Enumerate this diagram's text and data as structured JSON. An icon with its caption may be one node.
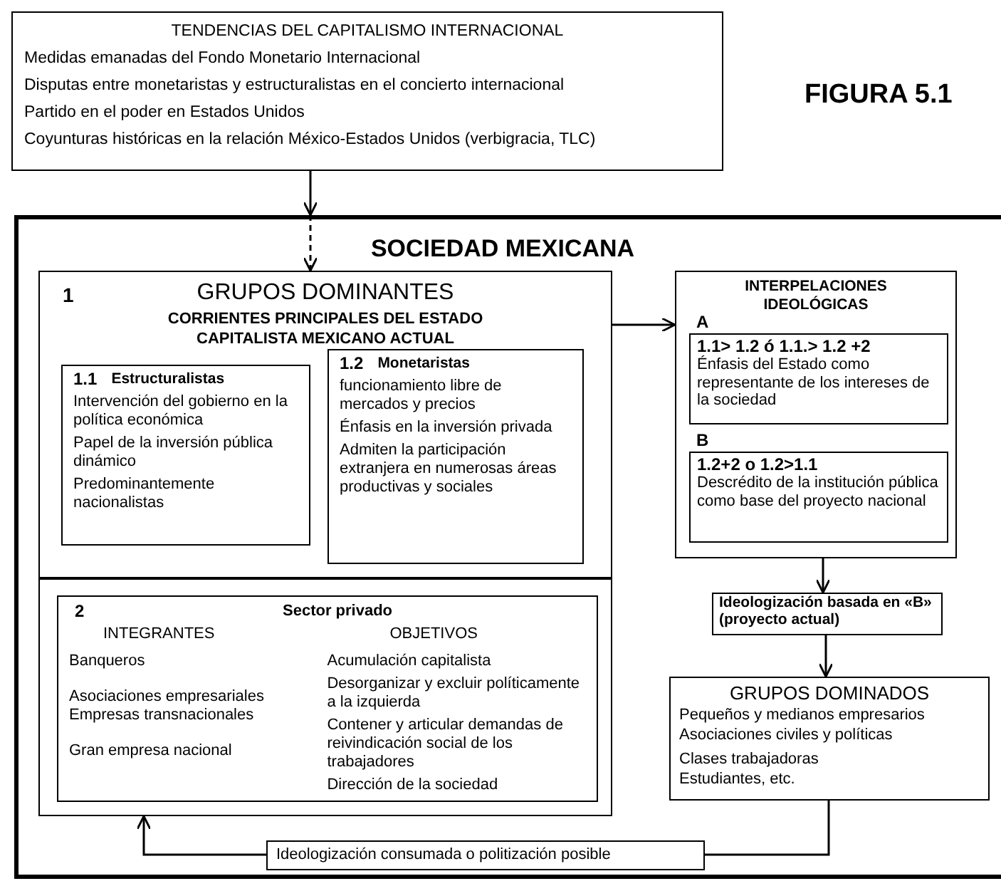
{
  "diagram": {
    "nodes": [
      {
        "text": [
          "TENDENCIAS DEL CAPITALISMO INTERNACIONAL",
          "Medidas emanadas del Fondo Monetario Internacional",
          "Disputas entre monetaristas y estructuralistas en el concierto internacional",
          "Partido en el poder en Estados Unidos",
          "Coyunturas históricas en la relación México-Estados Unidos (verbigracia, TLC)"
        ]
      },
      {
        "text": [
          "SOCIEDAD MEXICANA"
        ]
      },
      {
        "text": [
          "1",
          "GRUPOS DOMINANTES",
          "CORRIENTES PRINCIPALES DEL ESTADO CAPITALISTA MEXICANO ACTUAL"
        ],
        "in": 1
      },
      {
        "text": [
          "1.1",
          "Estructuralistas",
          "Intervención del gobierno en la política económica",
          "Papel de la inversión pública dinámico",
          "Predominantemente nacionalistas"
        ],
        "in": 2
      },
      {
        "text": [
          "1.2",
          "Monetaristas",
          "funcionamiento libre de mercados y precios",
          "Énfasis en la inversión privada",
          "Admiten la participación extranjera en numerosas áreas productivas y sociales"
        ],
        "in": 2
      },
      {
        "text": [
          "2",
          "Sector privado",
          "INTEGRANTES",
          "OBJETIVOS",
          "Banqueros",
          "Asociaciones empresariales",
          "Empresas transnacionales",
          "Gran empresa nacional",
          "Acumulación capitalista",
          "Desorganizar y excluir políticamente a la izquierda",
          "Contener y articular demandas de reivindicación social de los trabajadores",
          "Dirección de la sociedad"
        ],
        "in": 2
      },
      {
        "text": [
          "INTERPELACIONES IDEOLÓGICAS"
        ],
        "in": 1
      },
      {
        "text": [
          "1.1> 1.2 ó 1.1.> 1.2 +2",
          "Énfasis del Estado como representante de los intereses de la sociedad"
        ],
        "in": 6,
        "beside": [
          "A"
        ]
      },
      {
        "text": [
          "1.2+2 o 1.2>1.1",
          "Descrédito de la institución pública como base del proyecto nacional"
        ],
        "in": 6,
        "beside": [
          "B"
        ]
      },
      {
        "text": [
          "Ideologización basada en «B» (proyecto actual)"
        ],
        "in": 1
      },
      {
        "text": [
          "GRUPOS DOMINADOS",
          "Pequeños y medianos empresarios",
          "Asociaciones civiles y políticas",
          "Clases trabajadoras",
          "Estudiantes, etc."
        ],
        "in": 1
      },
      {
        "text": [
          "Ideologización consumada o politización posible"
        ],
        "in": 1
      }
    ],
    "edges": [
      {
        "from": 0,
        "to": 1,
        "arrow": "to"
      },
      {
        "from": 1,
        "to": 2,
        "arrow": "to",
        "style": "dashed"
      },
      {
        "from": 2,
        "to": 6,
        "arrow": "to"
      },
      {
        "from": 6,
        "to": 9,
        "arrow": "to"
      },
      {
        "from": 9,
        "to": 10,
        "arrow": "to"
      },
      {
        "from": 10,
        "to": 11,
        "arrow": "none"
      },
      {
        "from": 11,
        "to": 2,
        "arrow": "to"
      }
    ],
    "labels": [
      "FIGURA 5.1"
    ]
  }
}
